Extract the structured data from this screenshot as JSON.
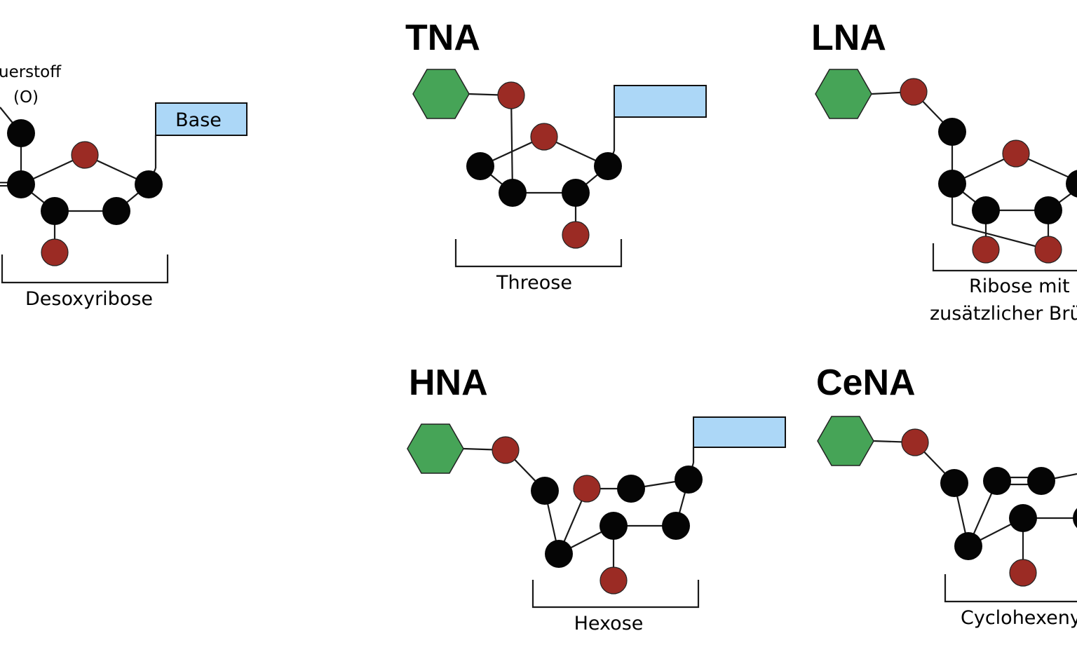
{
  "colors": {
    "carbon": "#050505",
    "oxygen": "#9b2b24",
    "phosphate": "#46a457",
    "base": "#acd7f7",
    "bond": "#1a1a1a"
  },
  "dna_panel": {
    "oxygen_label_line1": "uerstoff",
    "oxygen_label_line2": "(O)",
    "partial_label": "=",
    "base_label": "Base",
    "sugar_label": "Desoxyribose"
  },
  "tna_panel": {
    "title": "TNA",
    "sugar_label": "Threose"
  },
  "lna_panel": {
    "title": "LNA",
    "sugar_label_line1": "Ribose mit",
    "sugar_label_line2": "zusätzlicher Brü"
  },
  "hna_panel": {
    "title": "HNA",
    "sugar_label": "Hexose"
  },
  "cena_panel": {
    "title": "CeNA",
    "sugar_label": "Cyclohexeny"
  }
}
